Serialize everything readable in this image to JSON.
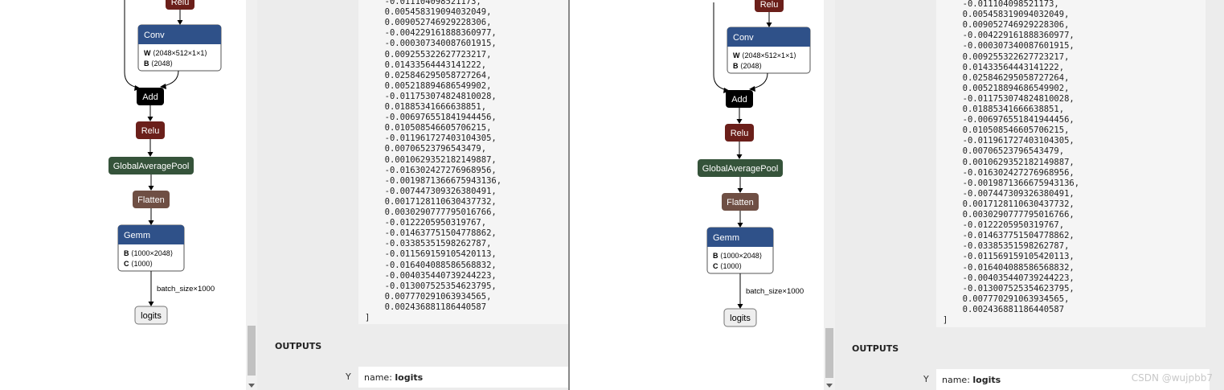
{
  "graph": {
    "nodes": {
      "relu_top": "Relu",
      "conv": "Conv",
      "conv_w_key": "W",
      "conv_w_val": "⟨2048×512×1×1⟩",
      "conv_b_key": "B",
      "conv_b_val": "⟨2048⟩",
      "add": "Add",
      "relu": "Relu",
      "gap": "GlobalAveragePool",
      "flatten": "Flatten",
      "gemm": "Gemm",
      "gemm_b_key": "B",
      "gemm_b_val": "⟨1000×2048⟩",
      "gemm_c_key": "C",
      "gemm_c_val": "⟨1000⟩",
      "edge_label": "batch_size×1000",
      "logits": "logits"
    }
  },
  "tensor_values": [
    "-0.011104098521173,",
    "0.005458319094032049,",
    "0.009052746929228306,",
    "-0.004229161888360977,",
    "-0.0003073400876019​15,",
    "0.009255322627723217,",
    "0.01433564443141222,",
    "0.02584629505872726​4,",
    "0.005218894686549902,",
    "-0.011753074824810028,",
    "0.01885341666638851,",
    "-0.006976551841944456,",
    "0.010508546605706215,",
    "-0.011961727403104305,",
    "0.007065237965434​79,",
    "0.001062935218214988​7,",
    "-0.016302427276968956,",
    "-0.001987136667594313​6,",
    "-0.007447309326380491,",
    "0.001712811063043773​2,",
    "0.003029077779501676​6,",
    "-0.01222059503197​67,",
    "-0.014637751504778862,",
    "-0.03385351598262787,",
    "-0.011569159105420113,",
    "-0.016404088586568832,",
    "-0.004035440739244223,",
    "-0.013007525354623795,",
    "0.007770291063934565,",
    "0.002436881186440587",
    "]"
  ],
  "outputs": {
    "section_label": "OUTPUTS",
    "row_label": "Y",
    "name_key": "name:",
    "name_value": "logits"
  },
  "watermark": "CSDN @wujpbb7",
  "colors": {
    "relu": "#6b1f1a",
    "conv": "#2f5189",
    "add": "#000000",
    "gap": "#35533a",
    "flatten": "#6f4f44",
    "gemm": "#2f5189",
    "logits": "#eeeeee"
  }
}
